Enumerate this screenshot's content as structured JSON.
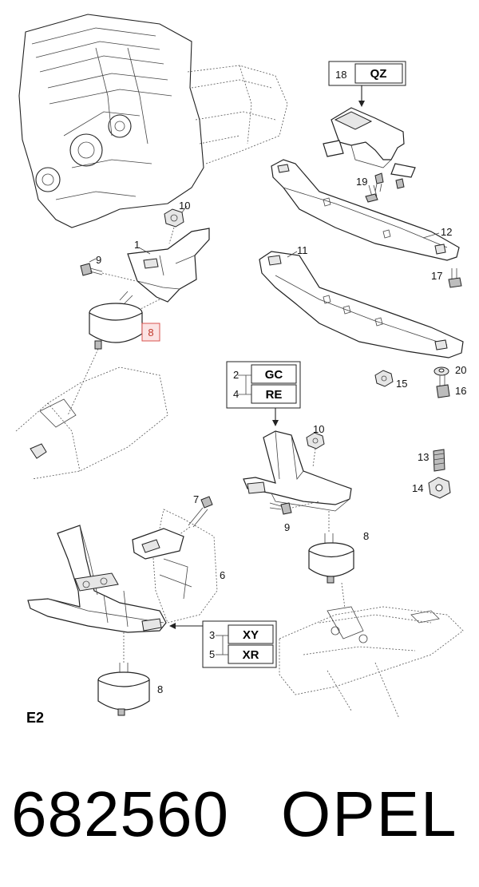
{
  "diagram": {
    "section_label": "E2",
    "callouts": {
      "c1": "1",
      "c2": "2",
      "c3": "3",
      "c4": "4",
      "c5": "5",
      "c6": "6",
      "c7": "7",
      "c8a": "8",
      "c8b": "8",
      "c8c": "8",
      "c9a": "9",
      "c9b": "9",
      "c10a": "10",
      "c10b": "10",
      "c11": "11",
      "c12": "12",
      "c13": "13",
      "c14": "14",
      "c15": "15",
      "c16": "16",
      "c17": "17",
      "c18": "18",
      "c19": "19",
      "c20": "20"
    },
    "codes": {
      "qz": "QZ",
      "gc": "GC",
      "re": "RE",
      "xy": "XY",
      "xr": "XR"
    },
    "highlighted_callout": "8"
  },
  "footer": {
    "part_number": "682560",
    "brand": "OPEL"
  }
}
